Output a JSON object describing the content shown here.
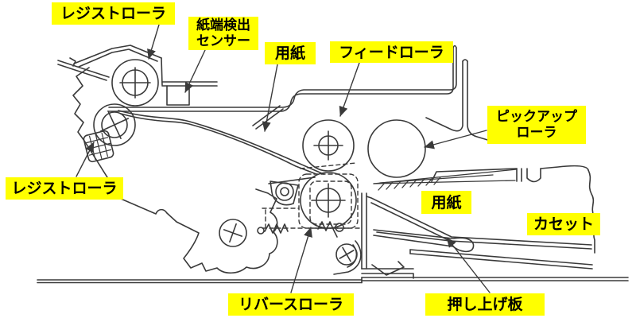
{
  "labels": {
    "regist_roller_top": "レジストローラ",
    "paper_edge_sensor": {
      "line1": "紙端検出",
      "line2": "センサー"
    },
    "paper_top": "用紙",
    "feed_roller": "フィードローラ",
    "pickup_roller": {
      "line1": "ピックアップ",
      "line2": "ローラ"
    },
    "regist_roller_left": "レジストローラ",
    "paper_in_cassette": "用紙",
    "cassette": "カセット",
    "reverse_roller": "リバースローラ",
    "push_up_plate": "押し上げ板"
  },
  "colors": {
    "label_background": "#FFFF00",
    "label_text": "#000000",
    "line_art": "#3A3A3A",
    "page_background": "#FFFFFF"
  }
}
